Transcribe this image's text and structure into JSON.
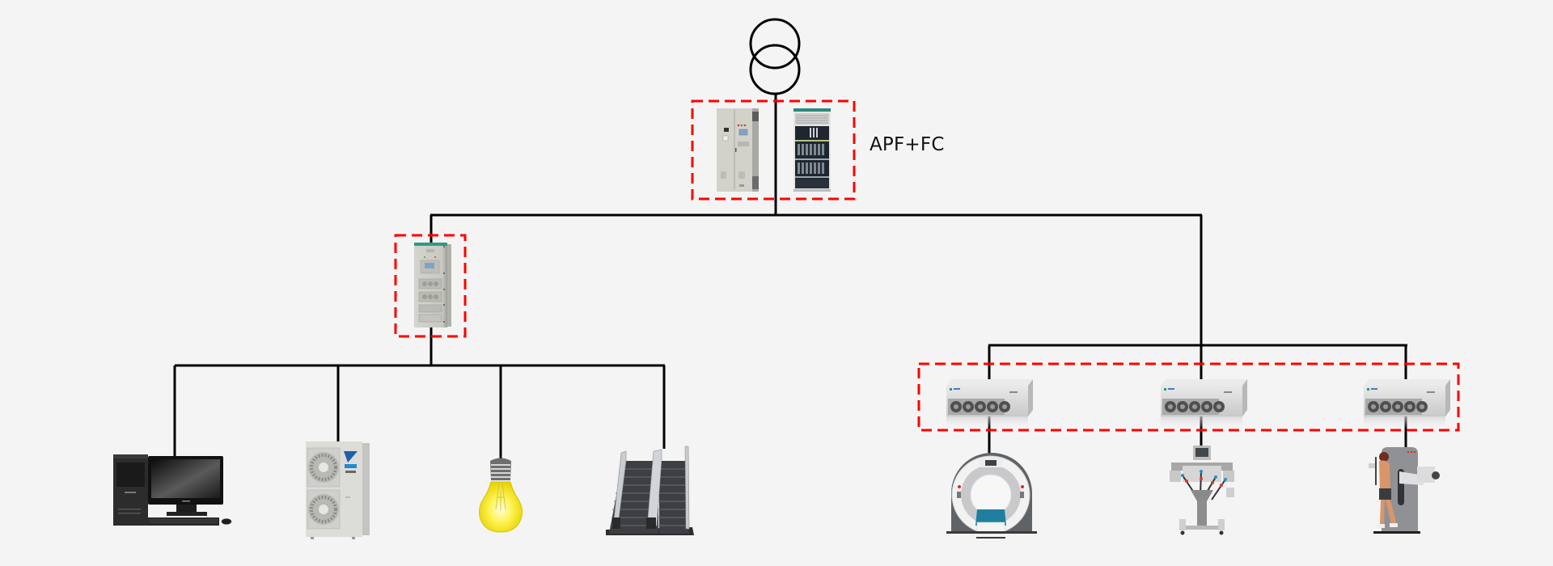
{
  "diagram": {
    "title": "Power distribution harmonic compensation topology",
    "colors": {
      "background": "#f4f4f4",
      "wire": "#000000",
      "highlight_box": "#ff0000"
    },
    "source": {
      "name": "transformer",
      "symbol": "double-circle-transformer-icon"
    },
    "central_compensation": {
      "label": "APF+FC",
      "devices": [
        {
          "name": "apf-cabinet",
          "description": "Active power filter cabinet"
        },
        {
          "name": "fc-cabinet",
          "description": "Filter capacitor cabinet"
        }
      ]
    },
    "left_branch": {
      "compensation": {
        "name": "distribution-filter-cabinet",
        "description": "Local APF cabinet"
      },
      "loads": [
        {
          "name": "desktop-computer",
          "description": "Desktop computer"
        },
        {
          "name": "air-conditioner",
          "description": "Outdoor air-conditioning unit"
        },
        {
          "name": "light-bulb",
          "description": "Lighting"
        },
        {
          "name": "escalator",
          "description": "Escalator"
        }
      ]
    },
    "right_branch": {
      "compensation": {
        "name": "rack-apf-modules",
        "modules": [
          {
            "name": "rack-apf-module-1"
          },
          {
            "name": "rack-apf-module-2"
          },
          {
            "name": "rack-apf-module-3"
          }
        ]
      },
      "loads": [
        {
          "name": "ct-scanner",
          "description": "CT scanner"
        },
        {
          "name": "surgical-robot",
          "description": "Surgical robot"
        },
        {
          "name": "xray-machine",
          "description": "X-ray imaging machine"
        }
      ]
    }
  }
}
